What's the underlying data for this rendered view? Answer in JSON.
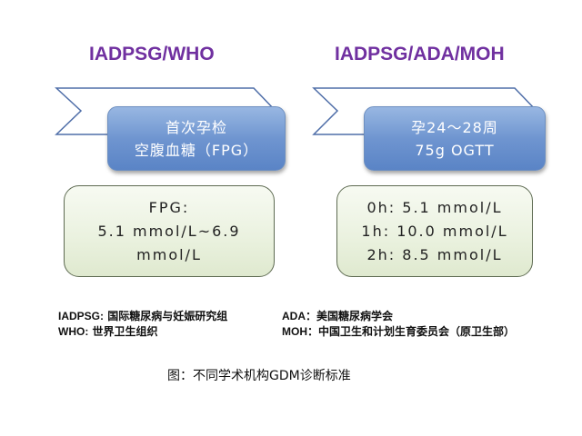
{
  "left": {
    "heading": "IADPSG/WHO",
    "stage_lines": [
      "首次孕检",
      "空腹血糖（FPG）"
    ],
    "criteria_lines": [
      "FPG:",
      "5.1 mmol/L~6.9",
      "mmol/L"
    ]
  },
  "right": {
    "heading": "IADPSG/ADA/MOH",
    "stage_lines": [
      "孕24～28周",
      "75g OGTT"
    ],
    "criteria_lines": [
      "0h: 5.1 mmol/L",
      "1h: 10.0 mmol/L",
      "2h: 8.5 mmol/L"
    ]
  },
  "legend": {
    "left": [
      {
        "abbr": "IADPSG:",
        "desc": " 国际糖尿病与妊娠研究组"
      },
      {
        "abbr": "WHO:",
        "desc": " 世界卫生组织"
      }
    ],
    "right": [
      {
        "abbr": "ADA：",
        "desc": "美国糖尿病学会"
      },
      {
        "abbr": "MOH：",
        "desc": "中国卫生和计划生育委员会（原卫生部）"
      }
    ]
  },
  "caption": "图：不同学术机构GDM诊断标准",
  "colors": {
    "heading": "#7030a0",
    "chevron_fill": "#ffffff",
    "chevron_stroke": "#4f6ea8",
    "blue_box": "#6f95d0",
    "green_box": "#ebf2e0",
    "green_box_border": "#5e6b52"
  }
}
